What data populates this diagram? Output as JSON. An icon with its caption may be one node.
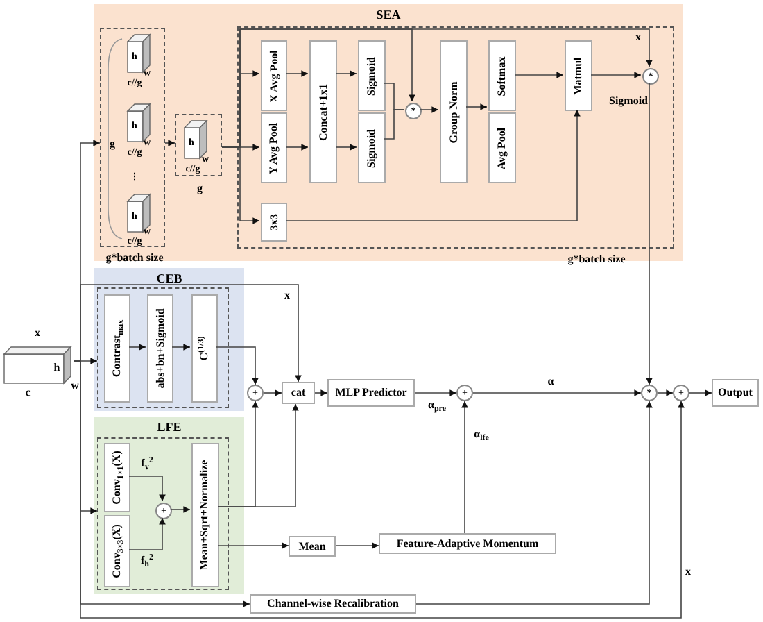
{
  "diagram": {
    "nodes": [
      {
        "text": [
          "SEA"
        ]
      },
      {
        "text": [
          "g",
          "g*batch size"
        ],
        "in": 0
      },
      {
        "text": [
          "g"
        ],
        "in": 0
      },
      {
        "text": [
          "g*batch size"
        ],
        "in": 0
      },
      {
        "text": [
          "X Avg Pool"
        ],
        "in": 3
      },
      {
        "text": [
          "Y Avg Pool"
        ],
        "in": 3
      },
      {
        "text": [
          "Concat+1x1"
        ],
        "in": 3
      },
      {
        "text": [
          "Sigmoid"
        ],
        "in": 3
      },
      {
        "text": [
          "Sigmoid"
        ],
        "in": 3
      },
      {
        "text": [
          "*"
        ],
        "in": 3
      },
      {
        "text": [
          "Group Norm"
        ],
        "in": 3
      },
      {
        "text": [
          "Softmax"
        ],
        "in": 3
      },
      {
        "text": [
          "Avg Pool"
        ],
        "in": 3
      },
      {
        "text": [
          "Matmul"
        ],
        "in": 3
      },
      {
        "text": [
          "*"
        ],
        "in": 3,
        "beside": [
          "Sigmoid"
        ]
      },
      {
        "text": [
          "3x3"
        ],
        "in": 3
      },
      {
        "text": [
          "CEB"
        ]
      },
      {
        "text": [],
        "shape": "box",
        "in": 16
      },
      {
        "text": [
          "Contrast$_{max}$"
        ],
        "in": 17
      },
      {
        "text": [
          "abs+bn+Sigmoid"
        ],
        "in": 17
      },
      {
        "text": [
          "C$^{(1/3)}$"
        ],
        "in": 17
      },
      {
        "text": [
          "LFE"
        ]
      },
      {
        "text": [],
        "shape": "box",
        "in": 21
      },
      {
        "text": [
          "Conv$_{1×1}$(X)"
        ],
        "in": 22
      },
      {
        "text": [
          "Conv$_{3×3}$(X)"
        ],
        "in": 22
      },
      {
        "text": [
          "+"
        ],
        "in": 22
      },
      {
        "text": [
          "Mean+Sqrt+Normalize"
        ],
        "in": 22
      },
      {
        "text": [
          "h"
        ],
        "beside": [
          "x",
          "w",
          "c"
        ]
      },
      {
        "text": [
          "+"
        ]
      },
      {
        "text": [
          "cat"
        ]
      },
      {
        "text": [
          "MLP Predictor"
        ]
      },
      {
        "text": [
          "+"
        ]
      },
      {
        "text": [
          "Mean"
        ]
      },
      {
        "text": [
          "Feature-Adaptive Momentum"
        ]
      },
      {
        "text": [
          "Channel-wise Recalibration"
        ]
      },
      {
        "text": [
          "*"
        ]
      },
      {
        "text": [
          "+"
        ]
      },
      {
        "text": [
          "Output"
        ]
      }
    ],
    "edges": [
      {
        "from": 27,
        "to": 1,
        "arrow": "to"
      },
      {
        "from": 27,
        "to": 17,
        "arrow": "to"
      },
      {
        "from": 27,
        "to": 22,
        "arrow": "to"
      },
      {
        "from": 27,
        "to": 34,
        "arrow": "to"
      },
      {
        "from": 27,
        "to": 36,
        "arrow": "to",
        "label": "x"
      },
      {
        "from": 27,
        "to": 29,
        "arrow": "to",
        "label": "x"
      },
      {
        "from": 1,
        "to": 2,
        "arrow": "to"
      },
      {
        "from": 2,
        "to": 4,
        "arrow": "to"
      },
      {
        "from": 2,
        "to": 5,
        "arrow": "to"
      },
      {
        "from": 2,
        "to": 15,
        "arrow": "to"
      },
      {
        "from": 2,
        "to": 9,
        "arrow": "to"
      },
      {
        "from": 2,
        "to": 14,
        "arrow": "to",
        "label": "x"
      },
      {
        "from": 4,
        "to": 6,
        "arrow": "to"
      },
      {
        "from": 5,
        "to": 6,
        "arrow": "to"
      },
      {
        "from": 6,
        "to": 7,
        "arrow": "to"
      },
      {
        "from": 6,
        "to": 8,
        "arrow": "to"
      },
      {
        "from": 7,
        "to": 9,
        "arrow": "none"
      },
      {
        "from": 8,
        "to": 9,
        "arrow": "none"
      },
      {
        "from": 9,
        "to": 10,
        "arrow": "to"
      },
      {
        "from": 10,
        "to": 11,
        "arrow": "to"
      },
      {
        "from": 11,
        "to": 13,
        "arrow": "to"
      },
      {
        "from": 15,
        "to": 13,
        "arrow": "to"
      },
      {
        "from": 13,
        "to": 14,
        "arrow": "to"
      },
      {
        "from": 14,
        "to": 35,
        "arrow": "to"
      },
      {
        "from": 18,
        "to": 19,
        "arrow": "to"
      },
      {
        "from": 19,
        "to": 20,
        "arrow": "to"
      },
      {
        "from": 20,
        "to": 28,
        "arrow": "to"
      },
      {
        "from": 23,
        "to": 25,
        "arrow": "to",
        "label": "f$_{v}$$^{2}$"
      },
      {
        "from": 24,
        "to": 25,
        "arrow": "to",
        "label": "f$_{h}$$^{2}$"
      },
      {
        "from": 25,
        "to": 26,
        "arrow": "to"
      },
      {
        "from": 26,
        "to": 28,
        "arrow": "to"
      },
      {
        "from": 26,
        "to": 29,
        "arrow": "to"
      },
      {
        "from": 26,
        "to": 32,
        "arrow": "to"
      },
      {
        "from": 28,
        "to": 29,
        "arrow": "to"
      },
      {
        "from": 29,
        "to": 30,
        "arrow": "to"
      },
      {
        "from": 30,
        "to": 31,
        "arrow": "to",
        "label": "α$_{pre}$"
      },
      {
        "from": 31,
        "to": 35,
        "arrow": "to",
        "label": "α"
      },
      {
        "from": 32,
        "to": 33,
        "arrow": "to"
      },
      {
        "from": 33,
        "to": 31,
        "arrow": "to",
        "label": "α$_{lfe}$"
      },
      {
        "from": 34,
        "to": 35,
        "arrow": "to"
      },
      {
        "from": 35,
        "to": 36,
        "arrow": "to"
      },
      {
        "from": 36,
        "to": 37,
        "arrow": "to"
      }
    ],
    "labels": [
      "h",
      "w",
      "c//g",
      "h",
      "w",
      "c//g",
      "⋮",
      "h",
      "w",
      "c//g",
      "h",
      "w",
      "c//g"
    ]
  }
}
